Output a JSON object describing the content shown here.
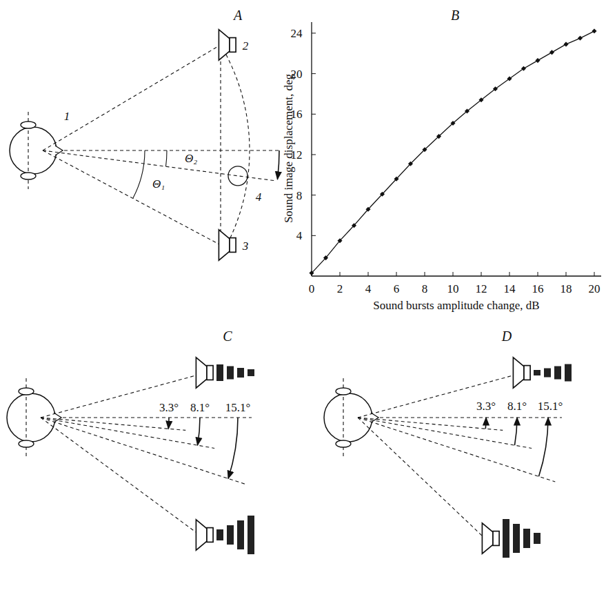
{
  "diagram": {
    "labels": [
      "A",
      "B",
      "1",
      "2",
      "3",
      "4",
      "Θ₂",
      "Θ₁",
      "Sound image displacement, deg",
      "4",
      "8",
      "12",
      "16",
      "20",
      "24",
      "0",
      "2",
      "4",
      "6",
      "8",
      "10",
      "12",
      "14",
      "16",
      "18",
      "20",
      "Sound bursts amplitude change, dB",
      "C",
      "3.3°",
      "8.1°",
      "15.1°",
      "D",
      "3.3°",
      "8.1°",
      "15.1°"
    ]
  }
}
